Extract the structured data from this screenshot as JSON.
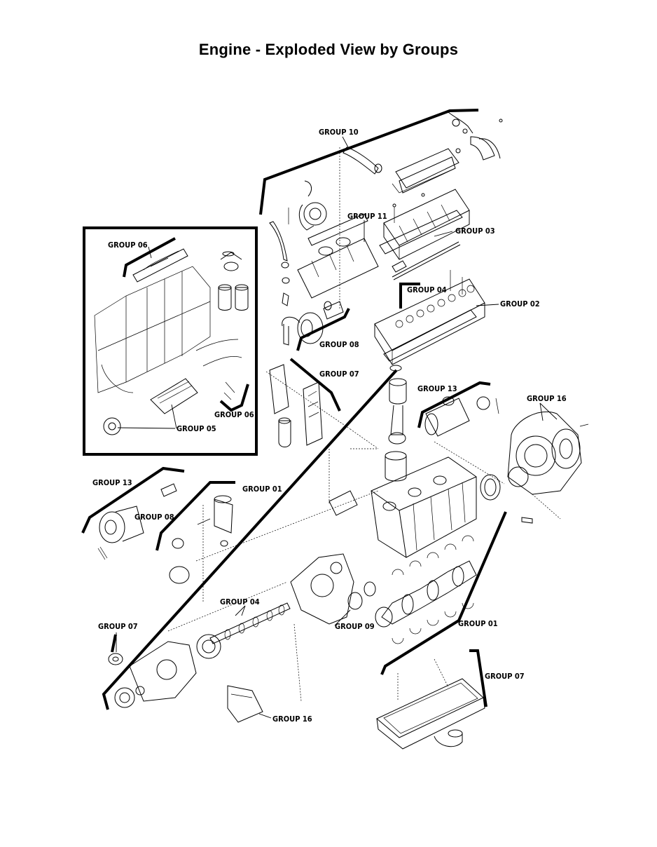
{
  "title": "Engine - Exploded View by Groups",
  "labels": {
    "g10": "GROUP 10",
    "g11": "GROUP 11",
    "g03": "GROUP 03",
    "g04_top": "GROUP 04",
    "g02": "GROUP 02",
    "g08_top": "GROUP 08",
    "g07_mid": "GROUP 07",
    "g06_box": "GROUP 06",
    "g06_box_low": "GROUP 06",
    "g05": "GROUP 05",
    "g13_right": "GROUP 13",
    "g16_right": "GROUP 16",
    "g13_left": "GROUP 13",
    "g08_left": "GROUP 08",
    "g01_mid": "GROUP 01",
    "g04_low": "GROUP 04",
    "g07_left": "GROUP 07",
    "g09": "GROUP 09",
    "g01_low": "GROUP 01",
    "g07_low": "GROUP 07",
    "g16_low": "GROUP 16"
  }
}
